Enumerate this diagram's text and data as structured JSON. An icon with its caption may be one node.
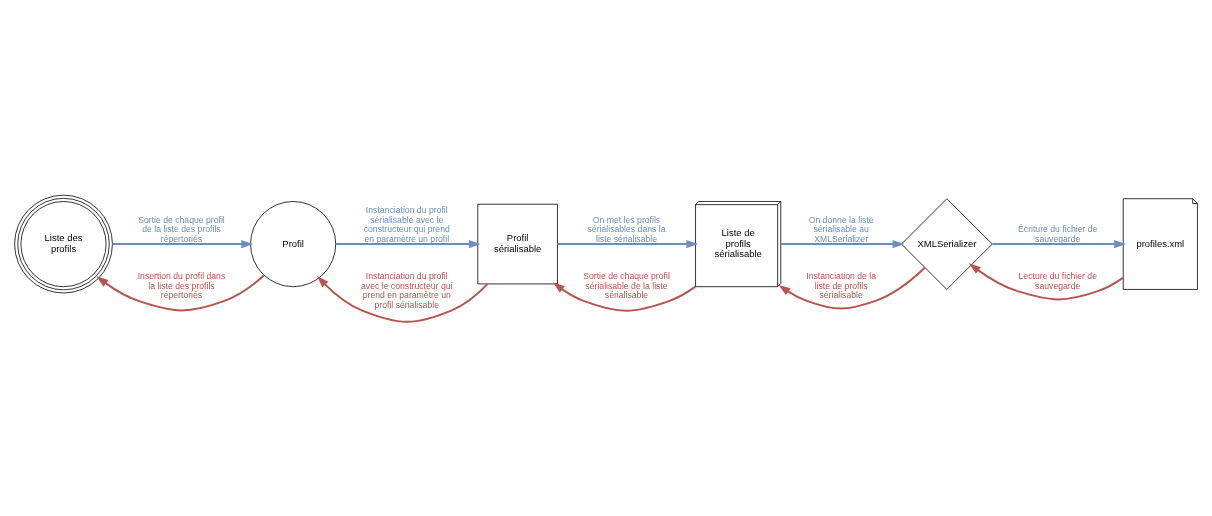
{
  "diagram": {
    "nodes": [
      {
        "text": [
          "Liste des profils"
        ]
      },
      {
        "text": [
          "Profil"
        ]
      },
      {
        "text": [
          "Profil sérialisable"
        ]
      },
      {
        "text": [
          "Liste de profils sérialisable"
        ]
      },
      {
        "text": [
          "XMLSerializer"
        ]
      },
      {
        "text": [
          "profiles.xml"
        ]
      }
    ],
    "edges": [
      {
        "from": 5,
        "to": 4,
        "arrow": "to",
        "label": "Lecture du fichier de sauvegarde",
        "color": "#b85450"
      },
      {
        "from": 4,
        "to": 3,
        "arrow": "to",
        "label": "Instanciation de la liste de profils sérialisable",
        "color": "#b85450"
      },
      {
        "from": 3,
        "to": 2,
        "arrow": "to",
        "label": "Sortie de chaque profil sérialisable de la liste sérialisable",
        "color": "#b85450"
      },
      {
        "from": 2,
        "to": 1,
        "arrow": "to",
        "label": "Instanciation du profil avec le constructeur qui prend en paramètre un profil sérialisable",
        "color": "#b85450"
      },
      {
        "from": 1,
        "to": 0,
        "arrow": "to",
        "label": "Insertion du profil dans la liste des profils répertoriés",
        "color": "#b85450"
      },
      {
        "from": 0,
        "to": 1,
        "arrow": "to",
        "label": "Sortie de chaque profil de la liste des profils répertoriés",
        "color": "#6c8ebf"
      },
      {
        "from": 1,
        "to": 2,
        "arrow": "to",
        "label": "Instanciation du profil sérialisable avec le constructeur qui prend en paramètre un profil",
        "color": "#6c8ebf"
      },
      {
        "from": 2,
        "to": 3,
        "arrow": "to",
        "label": "On met les profils sérialisables dans la liste sérialisable",
        "color": "#6c8ebf"
      },
      {
        "from": 3,
        "to": 4,
        "arrow": "to",
        "label": "On donne la liste sérialisable au XMLSerializer",
        "color": "#6c8ebf"
      },
      {
        "from": 4,
        "to": 5,
        "arrow": "to",
        "label": "Écriture du fichier de sauvegarde",
        "color": "#6c8ebf"
      }
    ]
  }
}
